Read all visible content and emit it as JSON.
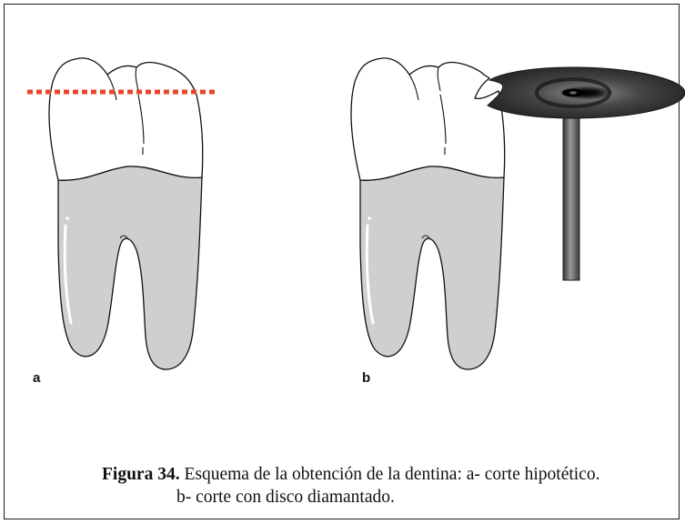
{
  "panels": [
    {
      "label": "a"
    },
    {
      "label": "b"
    }
  ],
  "caption": {
    "figure_number": "Figura 34.",
    "line1": "Esquema de la obtención de la dentina: a- corte hipotético.",
    "line2": "b- corte con disco diamantado."
  },
  "colors": {
    "cut_line": "#e8452b",
    "root": "#cfcfcf",
    "outline": "#111111",
    "disc": "#3a3a3a"
  },
  "icons": [
    "molar-tooth",
    "diamond-disc"
  ]
}
